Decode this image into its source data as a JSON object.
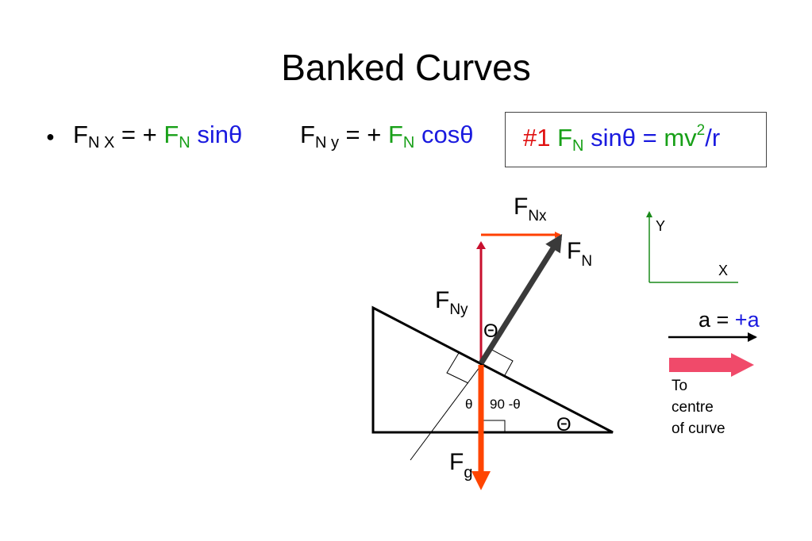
{
  "slide": {
    "title": "Banked Curves"
  },
  "equations": {
    "fnx": {
      "F": "F",
      "sub": "N X",
      "eq": " = + ",
      "FN": "F",
      "FN_sub": "N",
      "trig": " sinθ"
    },
    "fny": {
      "F": "F",
      "sub": "N y",
      "eq": " = + ",
      "FN": "F",
      "FN_sub": "N",
      "trig": " cosθ"
    },
    "boxed": {
      "num": "#1 ",
      "FN": "F",
      "FN_sub": "N",
      "trig": " sinθ = ",
      "mv": "mv",
      "sup": "2",
      "r": "/r"
    }
  },
  "diagram": {
    "labels": {
      "fnx_F": "F",
      "fnx_sub": "Nx",
      "fn_F": "F",
      "fn_sub": "N",
      "fny_F": "F",
      "fny_sub": "Ny",
      "fg_F": "F",
      "fg_sub": "g",
      "theta_upper": "Θ",
      "theta_lower": "Θ",
      "theta_small": "θ",
      "ninety_minus": "90 -θ"
    },
    "axes": {
      "y": "Y",
      "x": "X"
    },
    "accel": {
      "prefix": "a = ",
      "value": "+a"
    },
    "curve_label": {
      "line1": "To",
      "line2": "centre",
      "line3": "of curve"
    },
    "colors": {
      "fnx_arrow": "#ff4000",
      "fny_arrow": "#c8102e",
      "fn_arrow": "#3a3a3a",
      "fg_arrow": "#ff4500",
      "axes": "#1a8a1a",
      "curve_arrow": "#f04a6a"
    }
  }
}
